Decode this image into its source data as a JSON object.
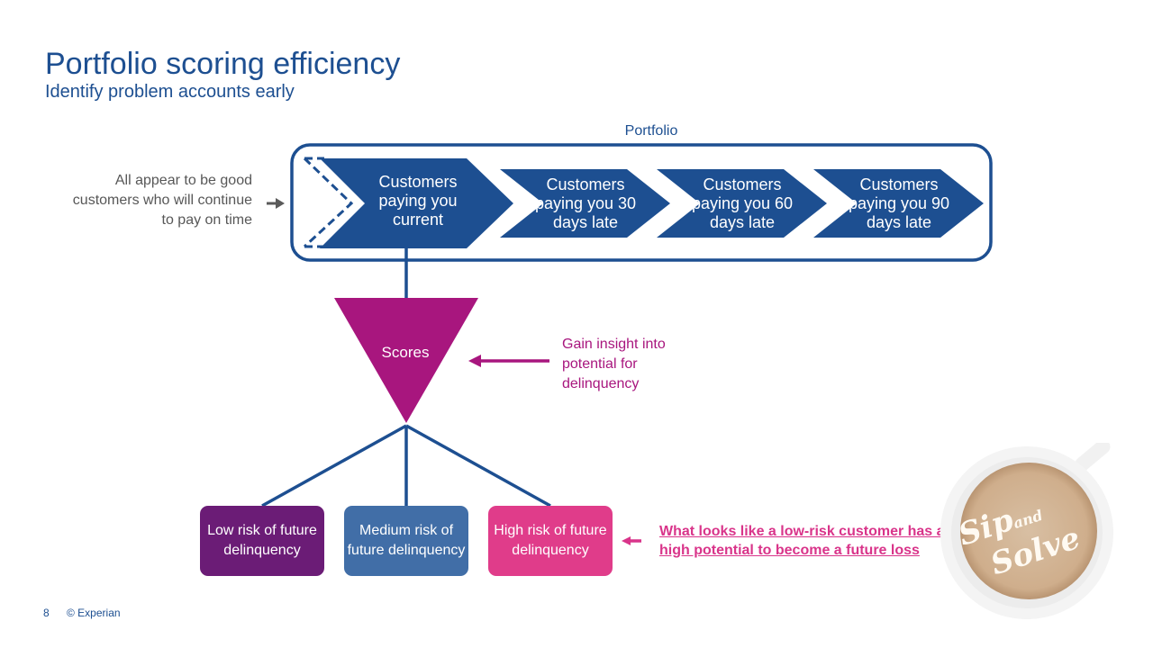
{
  "header": {
    "title": "Portfolio scoring efficiency",
    "subtitle": "Identify problem accounts early"
  },
  "portfolio": {
    "label": "Portfolio",
    "left_note": "All appear to be good customers who will continue to pay on time",
    "stages": [
      {
        "label": "Customers paying you current"
      },
      {
        "label": "Customers paying you 30 days late"
      },
      {
        "label": "Customers paying you 60 days late"
      },
      {
        "label": "Customers paying you 90 days late"
      }
    ]
  },
  "scores": {
    "label": "Scores",
    "insight_note": "Gain insight into potential for delinquency"
  },
  "risk_levels": [
    {
      "label": "Low risk of future delinquency",
      "color": "#6b1c76"
    },
    {
      "label": "Medium risk of future delinquency",
      "color": "#416ea7"
    },
    {
      "label": "High risk of future delinquency",
      "color": "#e03c8a"
    }
  ],
  "warning": {
    "text": "What looks like a low-risk customer has a high potential to become a future loss"
  },
  "footer": {
    "page_number": "8",
    "copyright": "© Experian"
  },
  "badge": {
    "text_line1": "Sip",
    "text_and": "and",
    "text_line2": "Solve"
  },
  "colors": {
    "primary_blue": "#1d4f91",
    "magenta": "#a8167e",
    "pink": "#e03c8a",
    "gray_text": "#575757"
  }
}
